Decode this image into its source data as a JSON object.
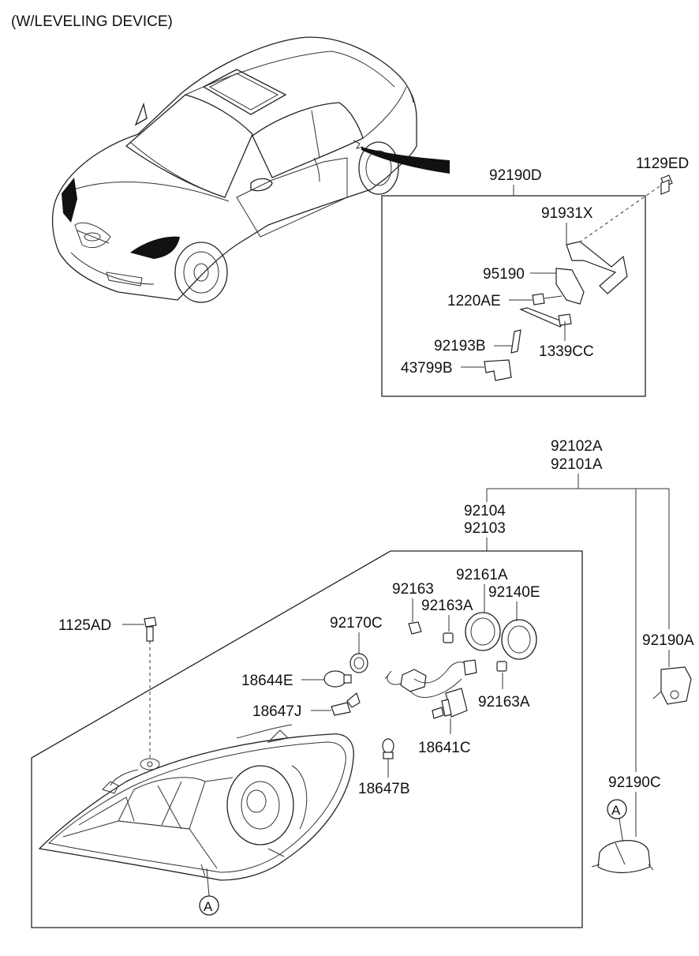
{
  "header": {
    "title": "(W/LEVELING DEVICE)"
  },
  "labels": {
    "p92190D": "92190D",
    "p1129ED": "1129ED",
    "p91931X": "91931X",
    "p95190": "95190",
    "p1220AE": "1220AE",
    "p92193B": "92193B",
    "p1339CC": "1339CC",
    "p43799B": "43799B",
    "p92102A": "92102A",
    "p92101A": "92101A",
    "p92104": "92104",
    "p92103": "92103",
    "p92161A": "92161A",
    "p92163": "92163",
    "p92140E": "92140E",
    "p92163A_top": "92163A",
    "p92170C": "92170C",
    "p1125AD": "1125AD",
    "p18644E": "18644E",
    "p18647J": "18647J",
    "p92163A_bottom": "92163A",
    "p18641C": "18641C",
    "p92190A": "92190A",
    "p18647B": "18647B",
    "p92190C": "92190C",
    "refA_headlamp": "A",
    "refA_cover": "A"
  }
}
